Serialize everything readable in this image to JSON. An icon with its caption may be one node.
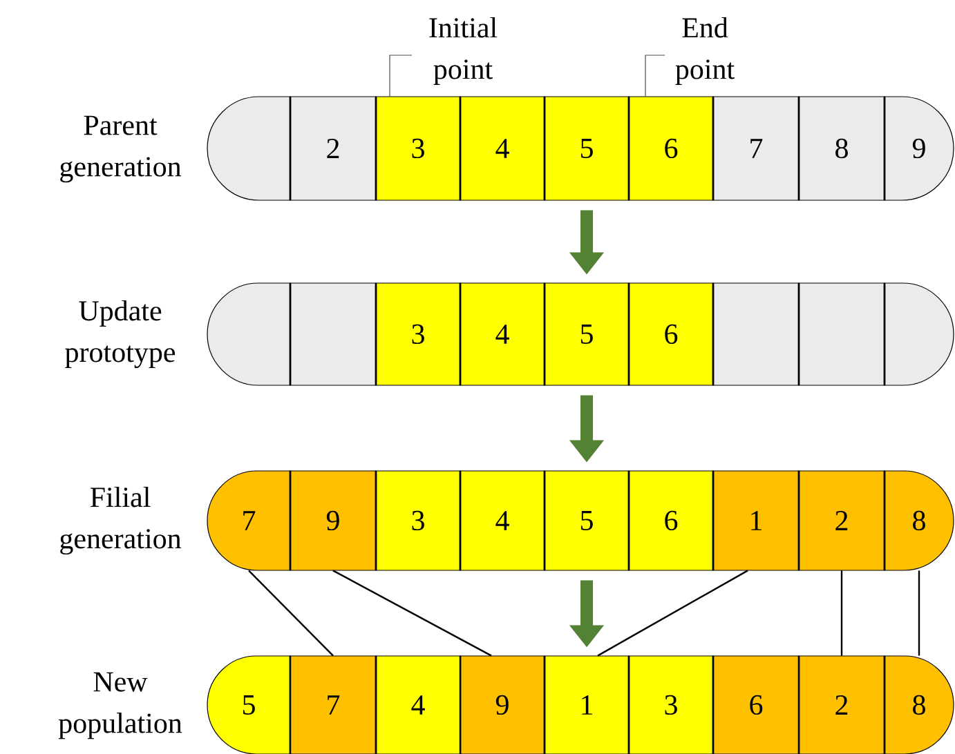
{
  "diagram": {
    "nodes": [
      {
        "text": [],
        "shape": "box"
      },
      {
        "text": [
          "2"
        ]
      },
      {
        "text": [
          "3"
        ]
      },
      {
        "text": [
          "4"
        ]
      },
      {
        "text": [
          "5"
        ]
      },
      {
        "text": [
          "6"
        ]
      },
      {
        "text": [
          "7"
        ]
      },
      {
        "text": [
          "8"
        ]
      },
      {
        "text": [
          "9"
        ]
      },
      {
        "text": [],
        "shape": "box"
      },
      {
        "text": [],
        "shape": "box"
      },
      {
        "text": [
          "3"
        ]
      },
      {
        "text": [
          "4"
        ]
      },
      {
        "text": [
          "5"
        ]
      },
      {
        "text": [
          "6"
        ]
      },
      {
        "text": [],
        "shape": "box"
      },
      {
        "text": [],
        "shape": "box"
      },
      {
        "text": [],
        "shape": "box"
      },
      {
        "text": [
          "7"
        ]
      },
      {
        "text": [
          "9"
        ]
      },
      {
        "text": [
          "3"
        ]
      },
      {
        "text": [
          "4"
        ]
      },
      {
        "text": [
          "5"
        ]
      },
      {
        "text": [
          "6"
        ]
      },
      {
        "text": [
          "1"
        ]
      },
      {
        "text": [
          "2"
        ]
      },
      {
        "text": [
          "8"
        ]
      },
      {
        "text": [
          "5"
        ]
      },
      {
        "text": [
          "7"
        ]
      },
      {
        "text": [
          "4"
        ]
      },
      {
        "text": [
          "9"
        ]
      },
      {
        "text": [
          "1"
        ]
      },
      {
        "text": [
          "3"
        ]
      },
      {
        "text": [
          "6"
        ]
      },
      {
        "text": [
          "2"
        ]
      },
      {
        "text": [
          "8"
        ]
      }
    ],
    "edges": [
      {
        "from": 4,
        "to": 13,
        "arrow": "to",
        "style": "thick",
        "color": "#548235"
      },
      {
        "from": 13,
        "to": 22,
        "arrow": "to",
        "style": "thick",
        "color": "#548235"
      },
      {
        "from": 22,
        "to": 31,
        "arrow": "to",
        "style": "thick",
        "color": "#548235"
      },
      {
        "from": 18,
        "to": 28,
        "arrow": "none"
      },
      {
        "from": 19,
        "to": 30,
        "arrow": "none"
      },
      {
        "from": 24,
        "to": 31,
        "arrow": "none"
      },
      {
        "from": 25,
        "to": 34,
        "arrow": "none"
      },
      {
        "from": 26,
        "to": 35,
        "arrow": "none"
      }
    ],
    "labels": [
      "Parent generation",
      "Update prototype",
      "Filial generation",
      "New population",
      "Initial point",
      "End point"
    ]
  }
}
